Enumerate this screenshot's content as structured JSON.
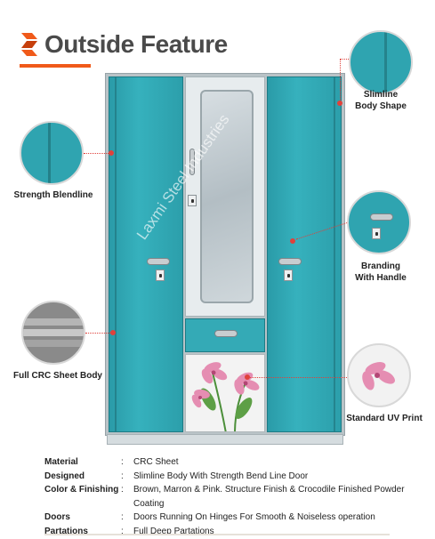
{
  "header": {
    "title": "Outside Feature"
  },
  "colors": {
    "accent": "#f05a1a",
    "door_teal": "#2fa4b0",
    "callout": "#e0413b"
  },
  "cupboard": {
    "watermark": "Laxmi Steel Industries"
  },
  "callouts": [
    {
      "label_line1": "Slimline",
      "label_line2": "Body Shape"
    },
    {
      "label_line1": "Strength Blendline",
      "label_line2": ""
    },
    {
      "label_line1": "Branding",
      "label_line2": "With Handle"
    },
    {
      "label_line1": "Full CRC Sheet Body",
      "label_line2": ""
    },
    {
      "label_line1": "Standard UV Print",
      "label_line2": ""
    }
  ],
  "specs": [
    {
      "key": "Material",
      "value": "CRC Sheet"
    },
    {
      "key": "Designed",
      "value": "Slimline Body With Strength Bend Line Door"
    },
    {
      "key": "Color & Finishing",
      "value": "Brown, Marron & Pink. Structure Finish & Crocodile Finished Powder Coating"
    },
    {
      "key": "Doors",
      "value": "Doors Running On Hinges For Smooth & Noiseless operation"
    },
    {
      "key": "Partations",
      "value": "Full Deep Partations"
    }
  ],
  "icons": [
    "brand-chevron-icon",
    "handle-icon",
    "lock-icon",
    "flower-print-icon"
  ]
}
